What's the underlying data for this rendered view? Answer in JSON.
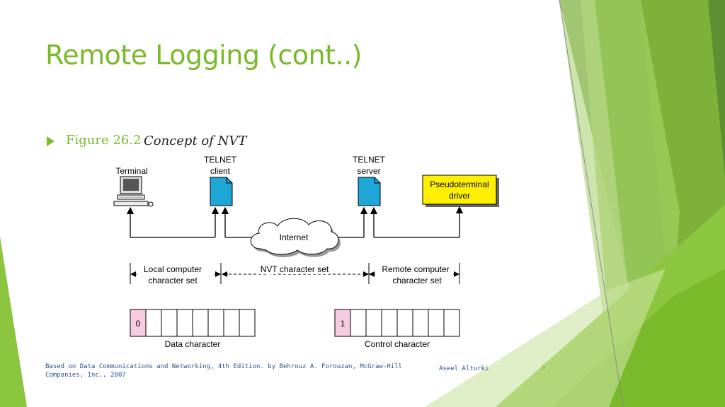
{
  "slide": {
    "title": "Remote Logging (cont..)",
    "figure_number": "Figure 26.2",
    "figure_caption": "Concept of NVT",
    "footer_source": "Based on Data Communications and Networking, 4th Edition. by Behrouz A. Forouzan,  McGraw-Hill Companies, Inc., 2007",
    "footer_author": "Aseel Alturki",
    "page_number": "5"
  },
  "diagram": {
    "terminal_label": "Terminal",
    "telnet_client_label_1": "TELNET",
    "telnet_client_label_2": "client",
    "telnet_server_label_1": "TELNET",
    "telnet_server_label_2": "server",
    "pseudo_label_1": "Pseudoterminal",
    "pseudo_label_2": "driver",
    "internet_label": "Internet",
    "local_charset_1": "Local computer",
    "local_charset_2": "character set",
    "nvt_charset": "NVT character set",
    "remote_charset_1": "Remote computer",
    "remote_charset_2": "character set",
    "data_bit": "0",
    "control_bit": "1",
    "data_char_label": "Data character",
    "control_char_label": "Control character"
  },
  "colors": {
    "accent": "#7ab929",
    "document": "#1ea7d6",
    "highlight_box": "#ffef00",
    "first_bit_fill": "#f7cce0"
  }
}
